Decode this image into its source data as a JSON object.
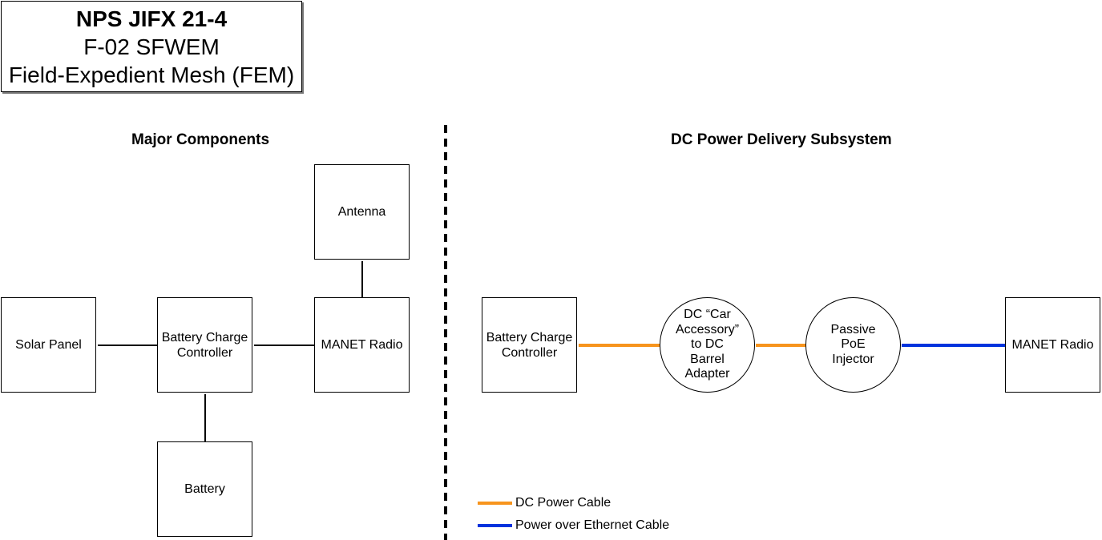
{
  "title": {
    "line1": "NPS JIFX 21-4",
    "line2": "F-02 SFWEM",
    "line3": "Field-Expedient Mesh (FEM)"
  },
  "left_section": {
    "heading": "Major Components",
    "components": {
      "antenna": "Antenna",
      "solar_panel": "Solar Panel",
      "charge_controller": "Battery Charge\nController",
      "manet_radio": "MANET Radio",
      "battery": "Battery"
    }
  },
  "right_section": {
    "heading": "DC Power Delivery Subsystem",
    "components": {
      "charge_controller": "Battery Charge\nController",
      "car_adapter": "DC “Car\nAccessory”\nto DC\nBarrel\nAdapter",
      "poe_injector": "Passive\nPoE\nInjector",
      "manet_radio": "MANET Radio"
    }
  },
  "legend": {
    "dc_power": {
      "label": "DC Power Cable",
      "color": "#f7941d"
    },
    "poe": {
      "label": "Power over Ethernet Cable",
      "color": "#0033dd"
    }
  },
  "colors": {
    "divider": "#000000",
    "connector": "#000000"
  }
}
